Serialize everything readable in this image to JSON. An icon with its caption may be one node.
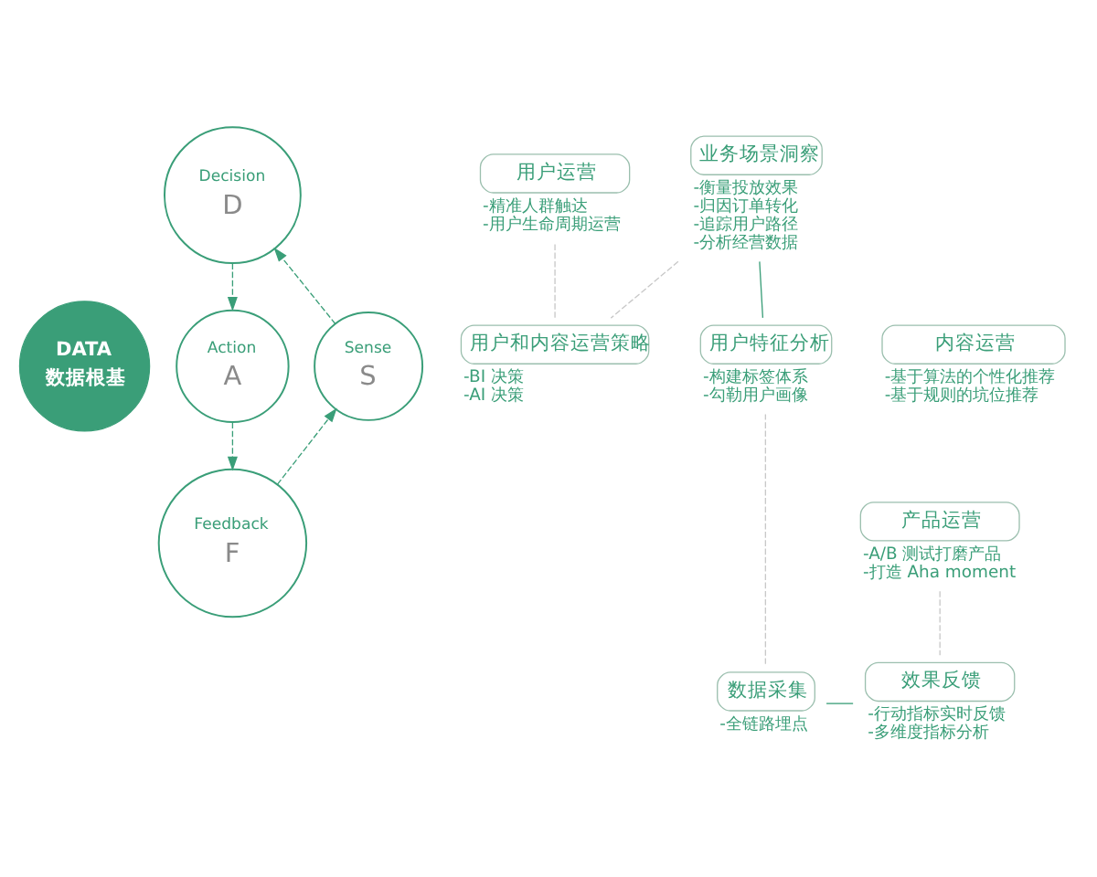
{
  "diagram": {
    "nodes": [
      {
        "text": [
          "DATA",
          "数据根基"
        ]
      },
      {
        "text": [
          "Decision",
          "D"
        ]
      },
      {
        "text": [
          "用户和内容运营策略"
        ],
        "beside": [
          "-BI 决策",
          "-AI 决策"
        ]
      },
      {
        "text": [
          "Action",
          "A"
        ]
      },
      {
        "text": [
          "用户运营"
        ],
        "beside": [
          "-精准人群触达",
          "-用户生命周期运营"
        ]
      },
      {
        "text": [
          "内容运营"
        ],
        "beside": [
          "-基于算法的个性化推荐",
          "-基于规则的坑位推荐"
        ]
      },
      {
        "text": [
          "产品运营"
        ],
        "beside": [
          "-A/B 测试打磨产品",
          "-打造 Aha moment"
        ]
      },
      {
        "text": [
          "Feedback",
          "F"
        ]
      },
      {
        "text": [
          "数据采集"
        ],
        "beside": [
          "-全链路埋点"
        ]
      },
      {
        "text": [
          "效果反馈"
        ],
        "beside": [
          "-行动指标实时反馈",
          "-多维度指标分析"
        ]
      },
      {
        "text": [
          "Sense",
          "S"
        ]
      },
      {
        "text": [
          "业务场景洞察"
        ],
        "beside": [
          "-衡量投放效果",
          "-归因订单转化",
          "-追踪用户路径",
          "-分析经营数据"
        ]
      },
      {
        "text": [
          "用户特征分析"
        ],
        "beside": [
          "-构建标签体系",
          "-勾勒用户画像"
        ]
      }
    ],
    "edges": [
      {
        "from": 1,
        "to": 3,
        "arrow": "to",
        "style": "dashed"
      },
      {
        "from": 3,
        "to": 7,
        "arrow": "to",
        "style": "dashed"
      },
      {
        "from": 7,
        "to": 10,
        "arrow": "to",
        "style": "dashed"
      },
      {
        "from": 10,
        "to": 1,
        "arrow": "to",
        "style": "dashed"
      },
      {
        "from": 2,
        "to": 4,
        "arrow": "none",
        "style": "dashed",
        "color": "#c8c8c8"
      },
      {
        "from": 6,
        "to": 9,
        "arrow": "none",
        "style": "dashed",
        "color": "#c8c8c8"
      },
      {
        "from": 8,
        "to": 12,
        "arrow": "none",
        "style": "dashed",
        "color": "#c8c8c8"
      },
      {
        "from": 11,
        "to": 2,
        "arrow": "none",
        "style": "dashed",
        "color": "#c8c8c8"
      },
      {
        "from": 11,
        "to": 12,
        "arrow": "none"
      },
      {
        "from": 8,
        "to": 9,
        "arrow": "none"
      }
    ]
  }
}
